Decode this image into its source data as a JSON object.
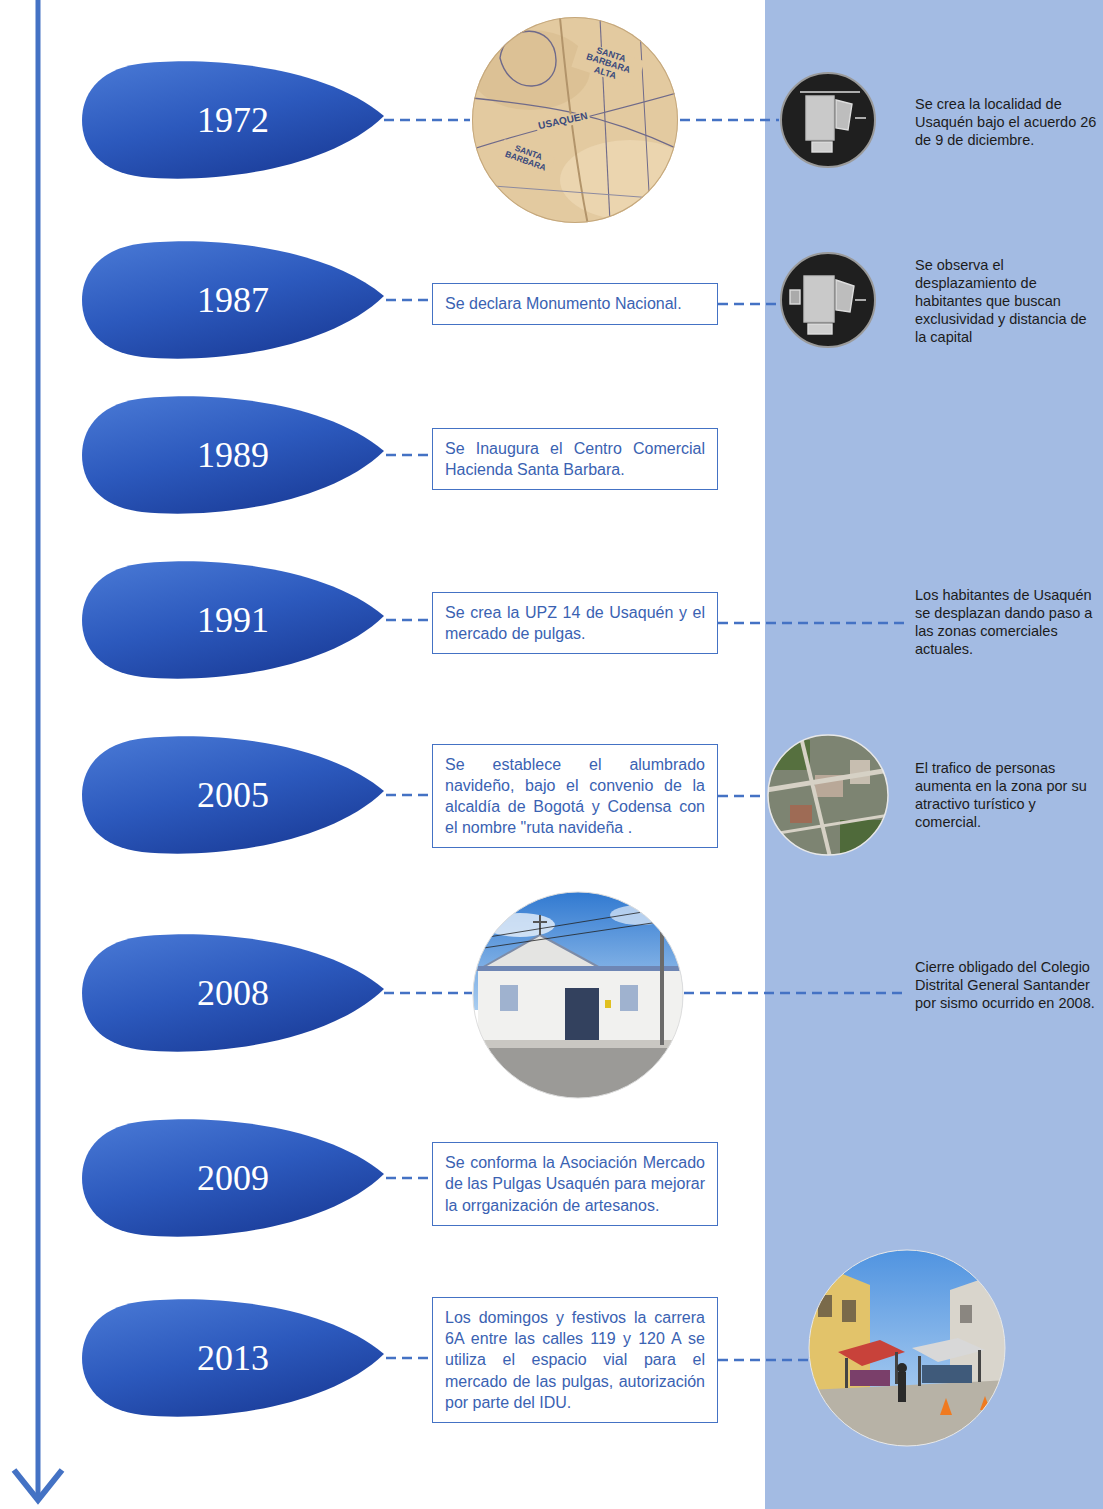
{
  "diagram": {
    "nodes": [
      {
        "text": [
          "1972"
        ]
      },
      {
        "text": [
          "1987"
        ]
      },
      {
        "text": [
          "Se declara Monumento Nacional."
        ]
      },
      {
        "text": [
          "1989"
        ]
      },
      {
        "text": [
          "Se Inaugura el Centro Comercial Hacienda Santa Barbara."
        ]
      },
      {
        "text": [
          "1991"
        ]
      },
      {
        "text": [
          "Se crea la UPZ 14 de Usaquén y el mercado de pulgas."
        ]
      },
      {
        "text": [
          "2005"
        ]
      },
      {
        "text": [
          "Se establece el alumbrado navideño, bajo el convenio de la alcaldía de Bogotá y Codensa con el nombre \"ruta navideña ."
        ]
      },
      {
        "text": [
          "2008"
        ]
      },
      {
        "text": [
          "2009"
        ]
      },
      {
        "text": [
          "Se conforma la Asociación Mercado de las Pulgas Usaquén para mejorar la orrganización de artesanos."
        ]
      },
      {
        "text": [
          "2013"
        ]
      },
      {
        "text": [
          "Los domingos y festivos la carrera 6A entre las calles 119 y 120 A se utiliza el espacio vial para el mercado de las pulgas, autorización por parte del IDU."
        ]
      }
    ],
    "edges": [
      {
        "from": 1,
        "to": 2,
        "arrow": "none"
      },
      {
        "from": 3,
        "to": 4,
        "arrow": "none"
      },
      {
        "from": 5,
        "to": 6,
        "arrow": "none"
      },
      {
        "from": 7,
        "to": 8,
        "arrow": "none"
      },
      {
        "from": 10,
        "to": 11,
        "arrow": "none"
      },
      {
        "from": 12,
        "to": 13,
        "arrow": "none"
      }
    ],
    "labels": [
      "SANTA BARBARA ALTA",
      "USAQUEN",
      "SANTA BARBARA",
      "Se crea la localidad de Usaquén bajo el acuerdo 26 de 9 de diciembre.",
      "Se observa el desplazamiento de habitantes que buscan exclusividad y distancia de la capital",
      "Los habitantes de Usaquén se desplazan dando paso a las zonas comerciales actuales.",
      "El trafico de personas aumenta en la zona por su atractivo turístico y comercial.",
      "Cierre obligado del Colegio Distrital General Santander por sismo ocurrido en 2008."
    ]
  }
}
